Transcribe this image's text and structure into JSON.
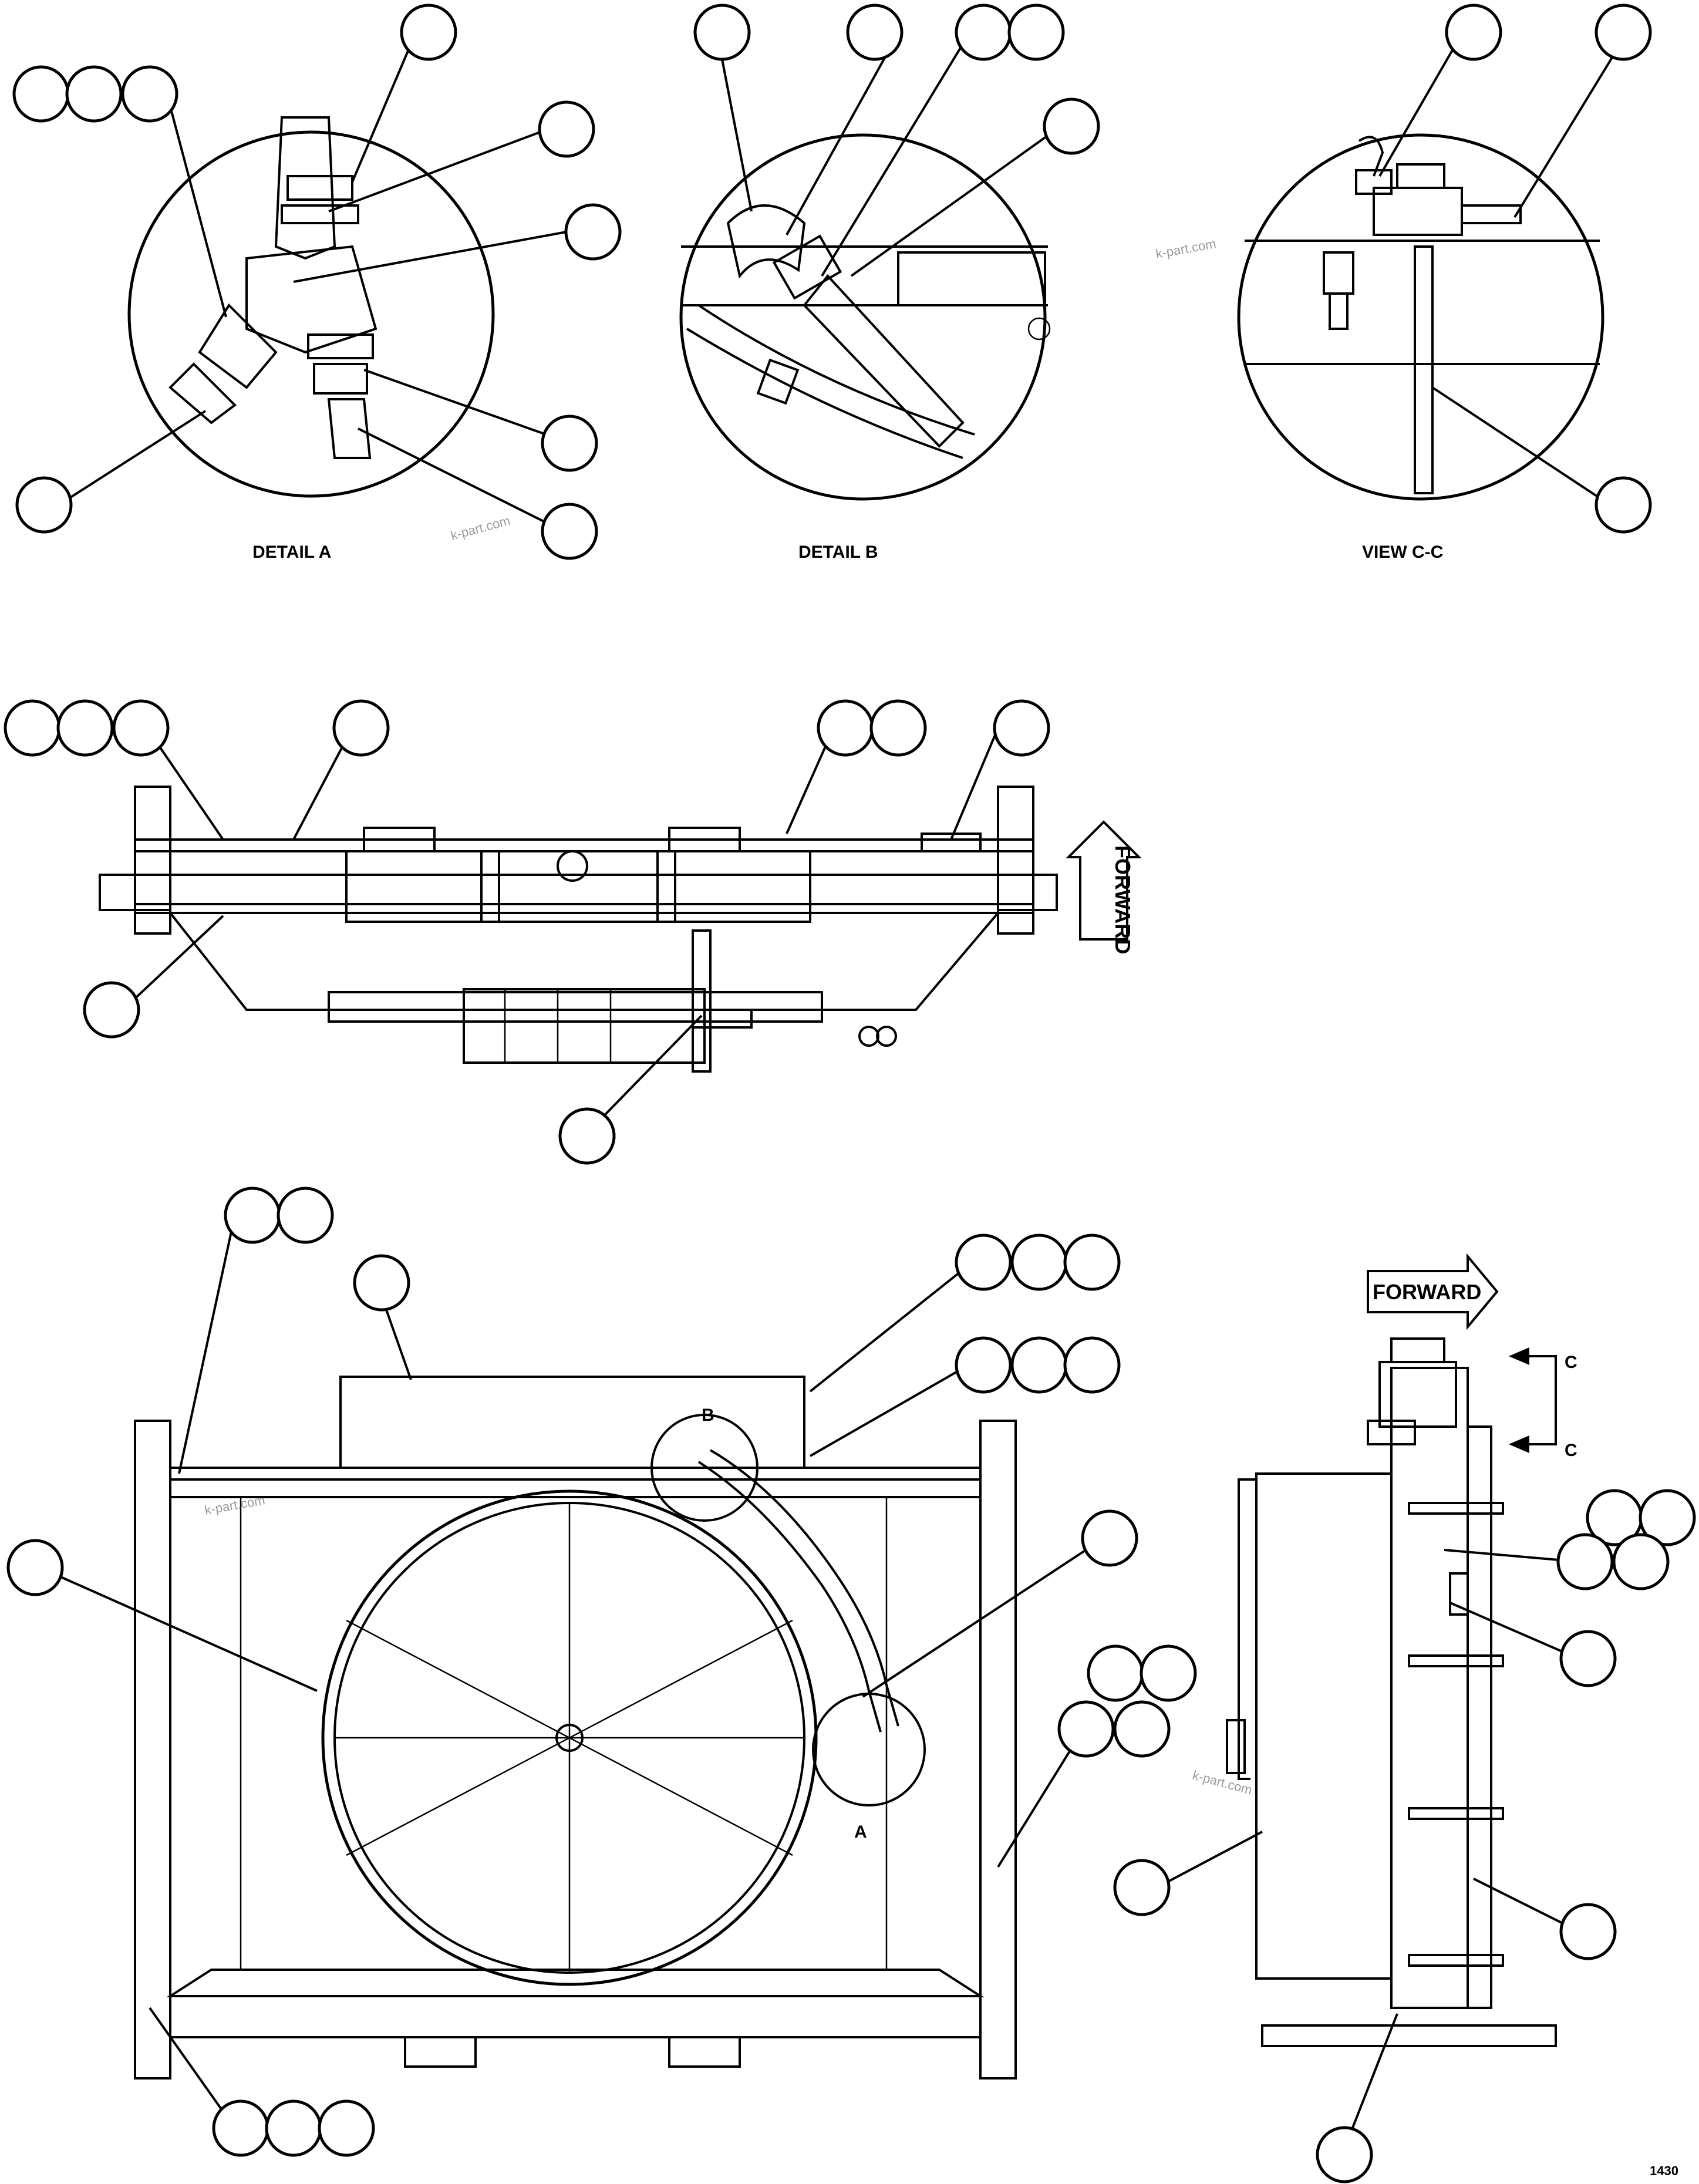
{
  "labels": {
    "detail_a": "DETAIL A",
    "detail_b": "DETAIL B",
    "view_cc": "VIEW C-C",
    "forward_top": "FORWARD",
    "forward_side": "FORWARD",
    "marker_a": "A",
    "marker_b": "B",
    "section_c_top": "C",
    "section_c_bottom": "C",
    "drawing_number": "1430"
  },
  "watermark": "k-part.com",
  "colors": {
    "line": "#000000",
    "background": "#ffffff",
    "watermark": "#9a9a9a"
  }
}
